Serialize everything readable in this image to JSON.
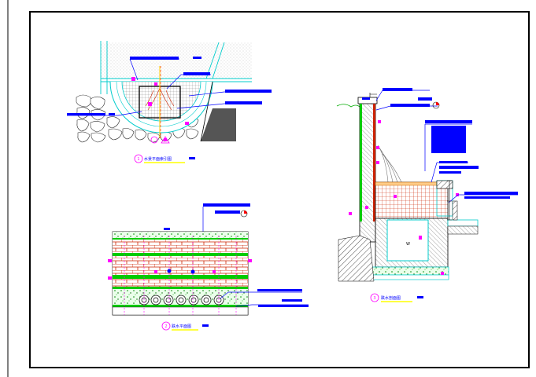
{
  "drawing": {
    "caption_1": {
      "number": "1",
      "title": "水景平面索引图"
    },
    "caption_2": {
      "number": "2",
      "title": "跌水平面图"
    },
    "caption_3": {
      "number": "3",
      "title": "跌水剖面图"
    }
  },
  "colors": {
    "frame": "#000000",
    "annotation_blue": "#0000ff",
    "marker_magenta": "#ff00ff",
    "water_cyan": "#00cccc",
    "brick_red": "#cc2200",
    "plant_green": "#00cc00",
    "paving_gray": "#999999",
    "wall_gray": "#555555",
    "highlight_yellow": "#ffff00"
  }
}
